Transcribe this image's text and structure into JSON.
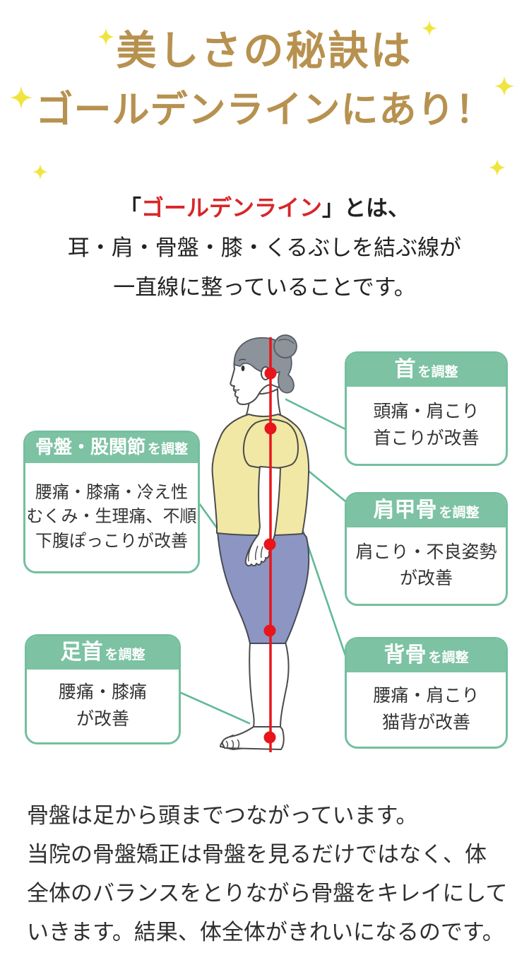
{
  "title": {
    "line1": "美しさの秘訣は",
    "line2": "ゴールデンラインにあり！"
  },
  "intro": {
    "bracket_open": "「",
    "highlight": "ゴールデンライン",
    "bracket_close_suffix": "」とは、",
    "line2": "耳・肩・骨盤・膝・くるぶしを結ぶ線が",
    "line3": "一直線に整っていることです。"
  },
  "labels": {
    "neck": {
      "keyword": "首",
      "suffix": "を調整",
      "line1": "頭痛・肩こり",
      "line2": "首こりが改善"
    },
    "pelvis": {
      "keyword": "骨盤・股関節",
      "suffix": "を調整",
      "line1": "腰痛・膝痛・冷え性",
      "line2": "むくみ・生理痛、不順",
      "line3": "下腹ぽっこりが改善"
    },
    "scapula": {
      "keyword": "肩甲骨",
      "suffix": "を調整",
      "line1": "肩こり・不良姿勢",
      "line2": "が改善"
    },
    "ankle": {
      "keyword": "足首",
      "suffix": "を調整",
      "line1": "腰痛・膝痛",
      "line2": "が改善"
    },
    "spine": {
      "keyword": "背骨",
      "suffix": "を調整",
      "line1": "腰痛・肩こり",
      "line2": "猫背が改善"
    }
  },
  "outro": {
    "line1": "骨盤は足から頭までつながっています。",
    "line2": "当院の骨盤矯正は骨盤を見るだけではなく、体",
    "line3": "全体のバランスをとりながら骨盤をキレイにして",
    "line4": "いきます。結果、体全体がきれいになるのです。"
  },
  "colors": {
    "gold_title": "#b7914f",
    "red_highlight": "#d7262a",
    "golden_line_red": "#e8151b",
    "card_green": "#7cc2a3",
    "card_border_green": "#74bf9f",
    "connector_green": "#5fba95",
    "sparkle_yellow": "#f0e53e",
    "body_text": "#333333"
  }
}
